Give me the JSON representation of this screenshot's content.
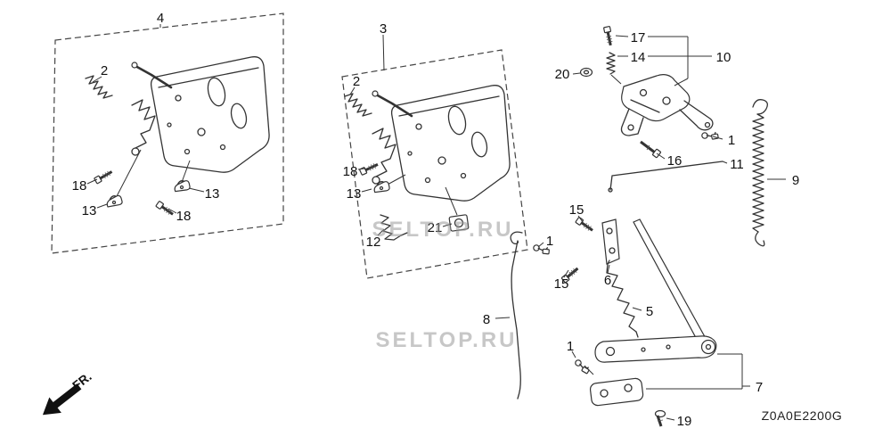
{
  "meta": {
    "diagram_code": "Z0A0E2200G",
    "watermark": "SELTOP.RU",
    "front_label": "FR.",
    "colors": {
      "line": "#333333",
      "watermark": "#9a9a9a",
      "background": "#ffffff"
    }
  },
  "callouts": {
    "box4": "4",
    "spring2_a": "2",
    "bolt18_a1": "18",
    "clip13_a1": "13",
    "clip13_a2": "13",
    "bolt18_a2": "18",
    "box3": "3",
    "spring2_b": "2",
    "bolt18_b": "18",
    "clip13_b": "13",
    "spring12": "12",
    "nut21": "21",
    "bolt17": "17",
    "spring14": "14",
    "assy10": "10",
    "washer20": "20",
    "clip1_top": "1",
    "bolt16": "16",
    "rod11": "11",
    "spring9": "9",
    "bolt15_u": "15",
    "clip1_mid": "1",
    "bolt15_l": "15",
    "bracket6": "6",
    "spring5": "5",
    "rod8": "8",
    "clip1_low": "1",
    "assy7": "7",
    "bolt19": "19"
  }
}
